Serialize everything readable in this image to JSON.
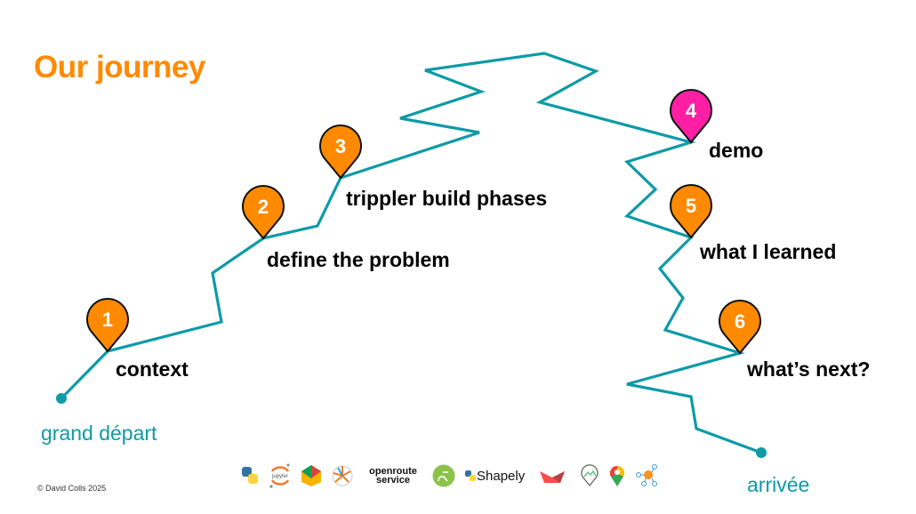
{
  "title": "Our journey",
  "start_label": "grand départ",
  "end_label": "arrivée",
  "copyright": "© David Colls 2025",
  "colors": {
    "accent": "#FF8A00",
    "path": "#0E9AA7",
    "highlight": "#FF1FA5"
  },
  "steps": [
    {
      "number": "1",
      "label": "context",
      "current": false
    },
    {
      "number": "2",
      "label": "define the problem",
      "current": false
    },
    {
      "number": "3",
      "label": "trippler build phases",
      "current": false
    },
    {
      "number": "4",
      "label": "demo",
      "current": true
    },
    {
      "number": "5",
      "label": "what I learned",
      "current": false
    },
    {
      "number": "6",
      "label": "what’s next?",
      "current": false
    }
  ],
  "logos": {
    "jupyter": "jupyter",
    "openroute": "openroute service",
    "shapely": "Shapely",
    "icons": [
      "python-logo",
      "jupyter-logo",
      "triangle-logo",
      "radial-chart-logo",
      "openroute-logo",
      "cycling-logo",
      "shapely-logo",
      "streamlit-logo",
      "mountain-logo",
      "google-maps-logo",
      "network-logo"
    ]
  }
}
